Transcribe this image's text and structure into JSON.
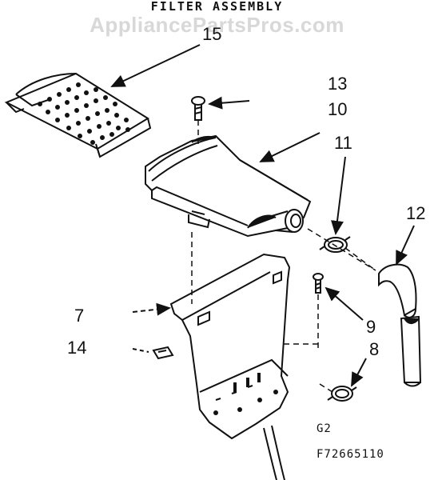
{
  "title": "FILTER ASSEMBLY",
  "watermark": "AppliancePartsPros.com",
  "callouts": {
    "c15": "15",
    "c13": "13",
    "c10": "10",
    "c11": "11",
    "c12": "12",
    "c7": "7",
    "c14": "14",
    "c9": "9",
    "c8": "8"
  },
  "codes": {
    "group": "G2",
    "figure": "F72665110"
  }
}
